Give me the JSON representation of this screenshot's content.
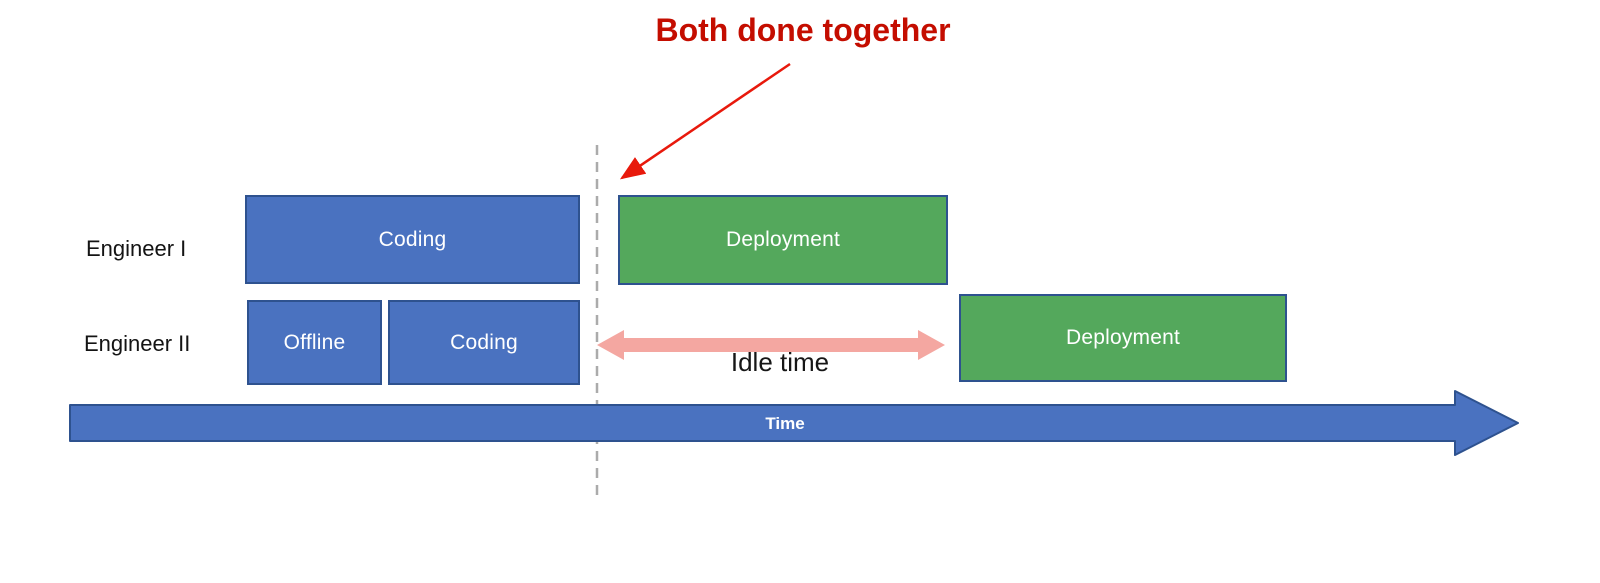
{
  "diagram": {
    "annotation": {
      "text": "Both done together"
    },
    "rows": [
      {
        "label": "Engineer I",
        "tasks": [
          {
            "name": "Coding"
          },
          {
            "name": "Deployment"
          }
        ]
      },
      {
        "label": "Engineer II",
        "tasks": [
          {
            "name": "Offline"
          },
          {
            "name": "Coding"
          },
          {
            "name": "Deployment"
          }
        ]
      }
    ],
    "idle_label": "Idle time",
    "time_axis_label": "Time"
  },
  "colors": {
    "task_blue": "#4a72c0",
    "task_green": "#54a85c",
    "box_border": "#2e528f",
    "idle_pink": "#f4a7a1",
    "annotation_red": "#e8190c",
    "annotation_text_red": "#c40d00",
    "dashed_gray": "#ababab",
    "label_black": "#141414",
    "white": "#ffffff"
  }
}
